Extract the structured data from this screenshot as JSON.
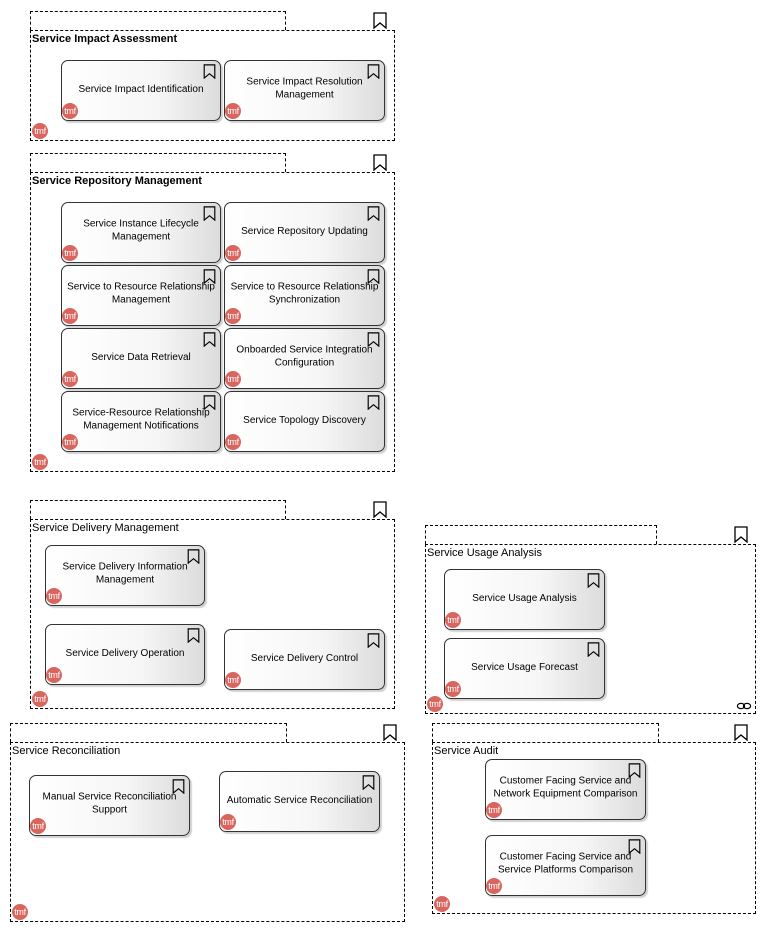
{
  "tmf_badge": "tmf",
  "groups": {
    "impact": {
      "title": "Service Impact Assessment",
      "functions": [
        "Service Impact Identification",
        "Service Impact Resolution Management"
      ]
    },
    "repository": {
      "title": "Service Repository Management",
      "functions": [
        "Service Instance Lifecycle Management",
        "Service Repository Updating",
        "Service to Resource Relationship Management",
        "Service to Resource Relationship Synchronization",
        "Service Data Retrieval",
        "Onboarded Service Integration Configuration",
        "Service-Resource Relationship Management Notifications",
        "Service Topology Discovery"
      ]
    },
    "delivery": {
      "title": "Service Delivery Management",
      "functions": [
        "Service Delivery Information Management",
        "Service Delivery Operation",
        "Service Delivery Control"
      ]
    },
    "usage": {
      "title": "Service Usage Analysis",
      "functions": [
        "Service Usage Analysis",
        "Service Usage Forecast"
      ]
    },
    "reconciliation": {
      "title": "Service Reconciliation",
      "functions": [
        "Manual Service Reconciliation Support",
        "Automatic Service Reconciliation"
      ]
    },
    "audit": {
      "title": "Service Audit",
      "functions": [
        "Customer Facing Service and Network Equipment Comparison",
        "Customer Facing Service and Service Platforms Comparison"
      ]
    }
  },
  "colors": {
    "tmf_badge": "#d9655f",
    "border": "#000000"
  },
  "icons": {
    "group": "bookmark-icon",
    "function": "bookmark-icon",
    "link": "link-icon"
  }
}
